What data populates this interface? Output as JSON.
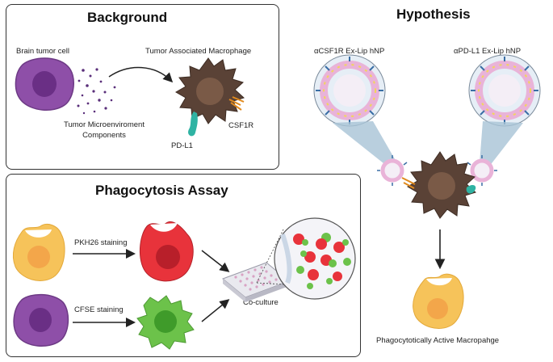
{
  "background": {
    "title": "Background",
    "brain_tumor_cell": "Brain tumor cell",
    "tumor_microenvironment_line1": "Tumor Microenviroment",
    "tumor_microenvironment_line2": "Components",
    "tam": "Tumor Associated Macrophage",
    "csf1r": "CSF1R",
    "pdl1": "PD-L1"
  },
  "hypothesis": {
    "title": "Hypothesis",
    "left_np": "αCSF1R  Ex-Lip hNP",
    "right_np": "αPD-L1  Ex-Lip hNP",
    "result": "Phagocytotically Active Macropahge"
  },
  "phagocytosis": {
    "title": "Phagocytosis Assay",
    "pkh26": "PKH26 staining",
    "cfse": "CFSE staining",
    "coculture": "Co-culture"
  },
  "colors": {
    "tumor_purple": "#8e4fa8",
    "macrophage_brown": "#5a4236",
    "macrophage_yellow": "#f6c35a",
    "stained_red": "#e8333b",
    "stained_green": "#6cc24a",
    "liposome_pink": "#e9b3d8"
  }
}
